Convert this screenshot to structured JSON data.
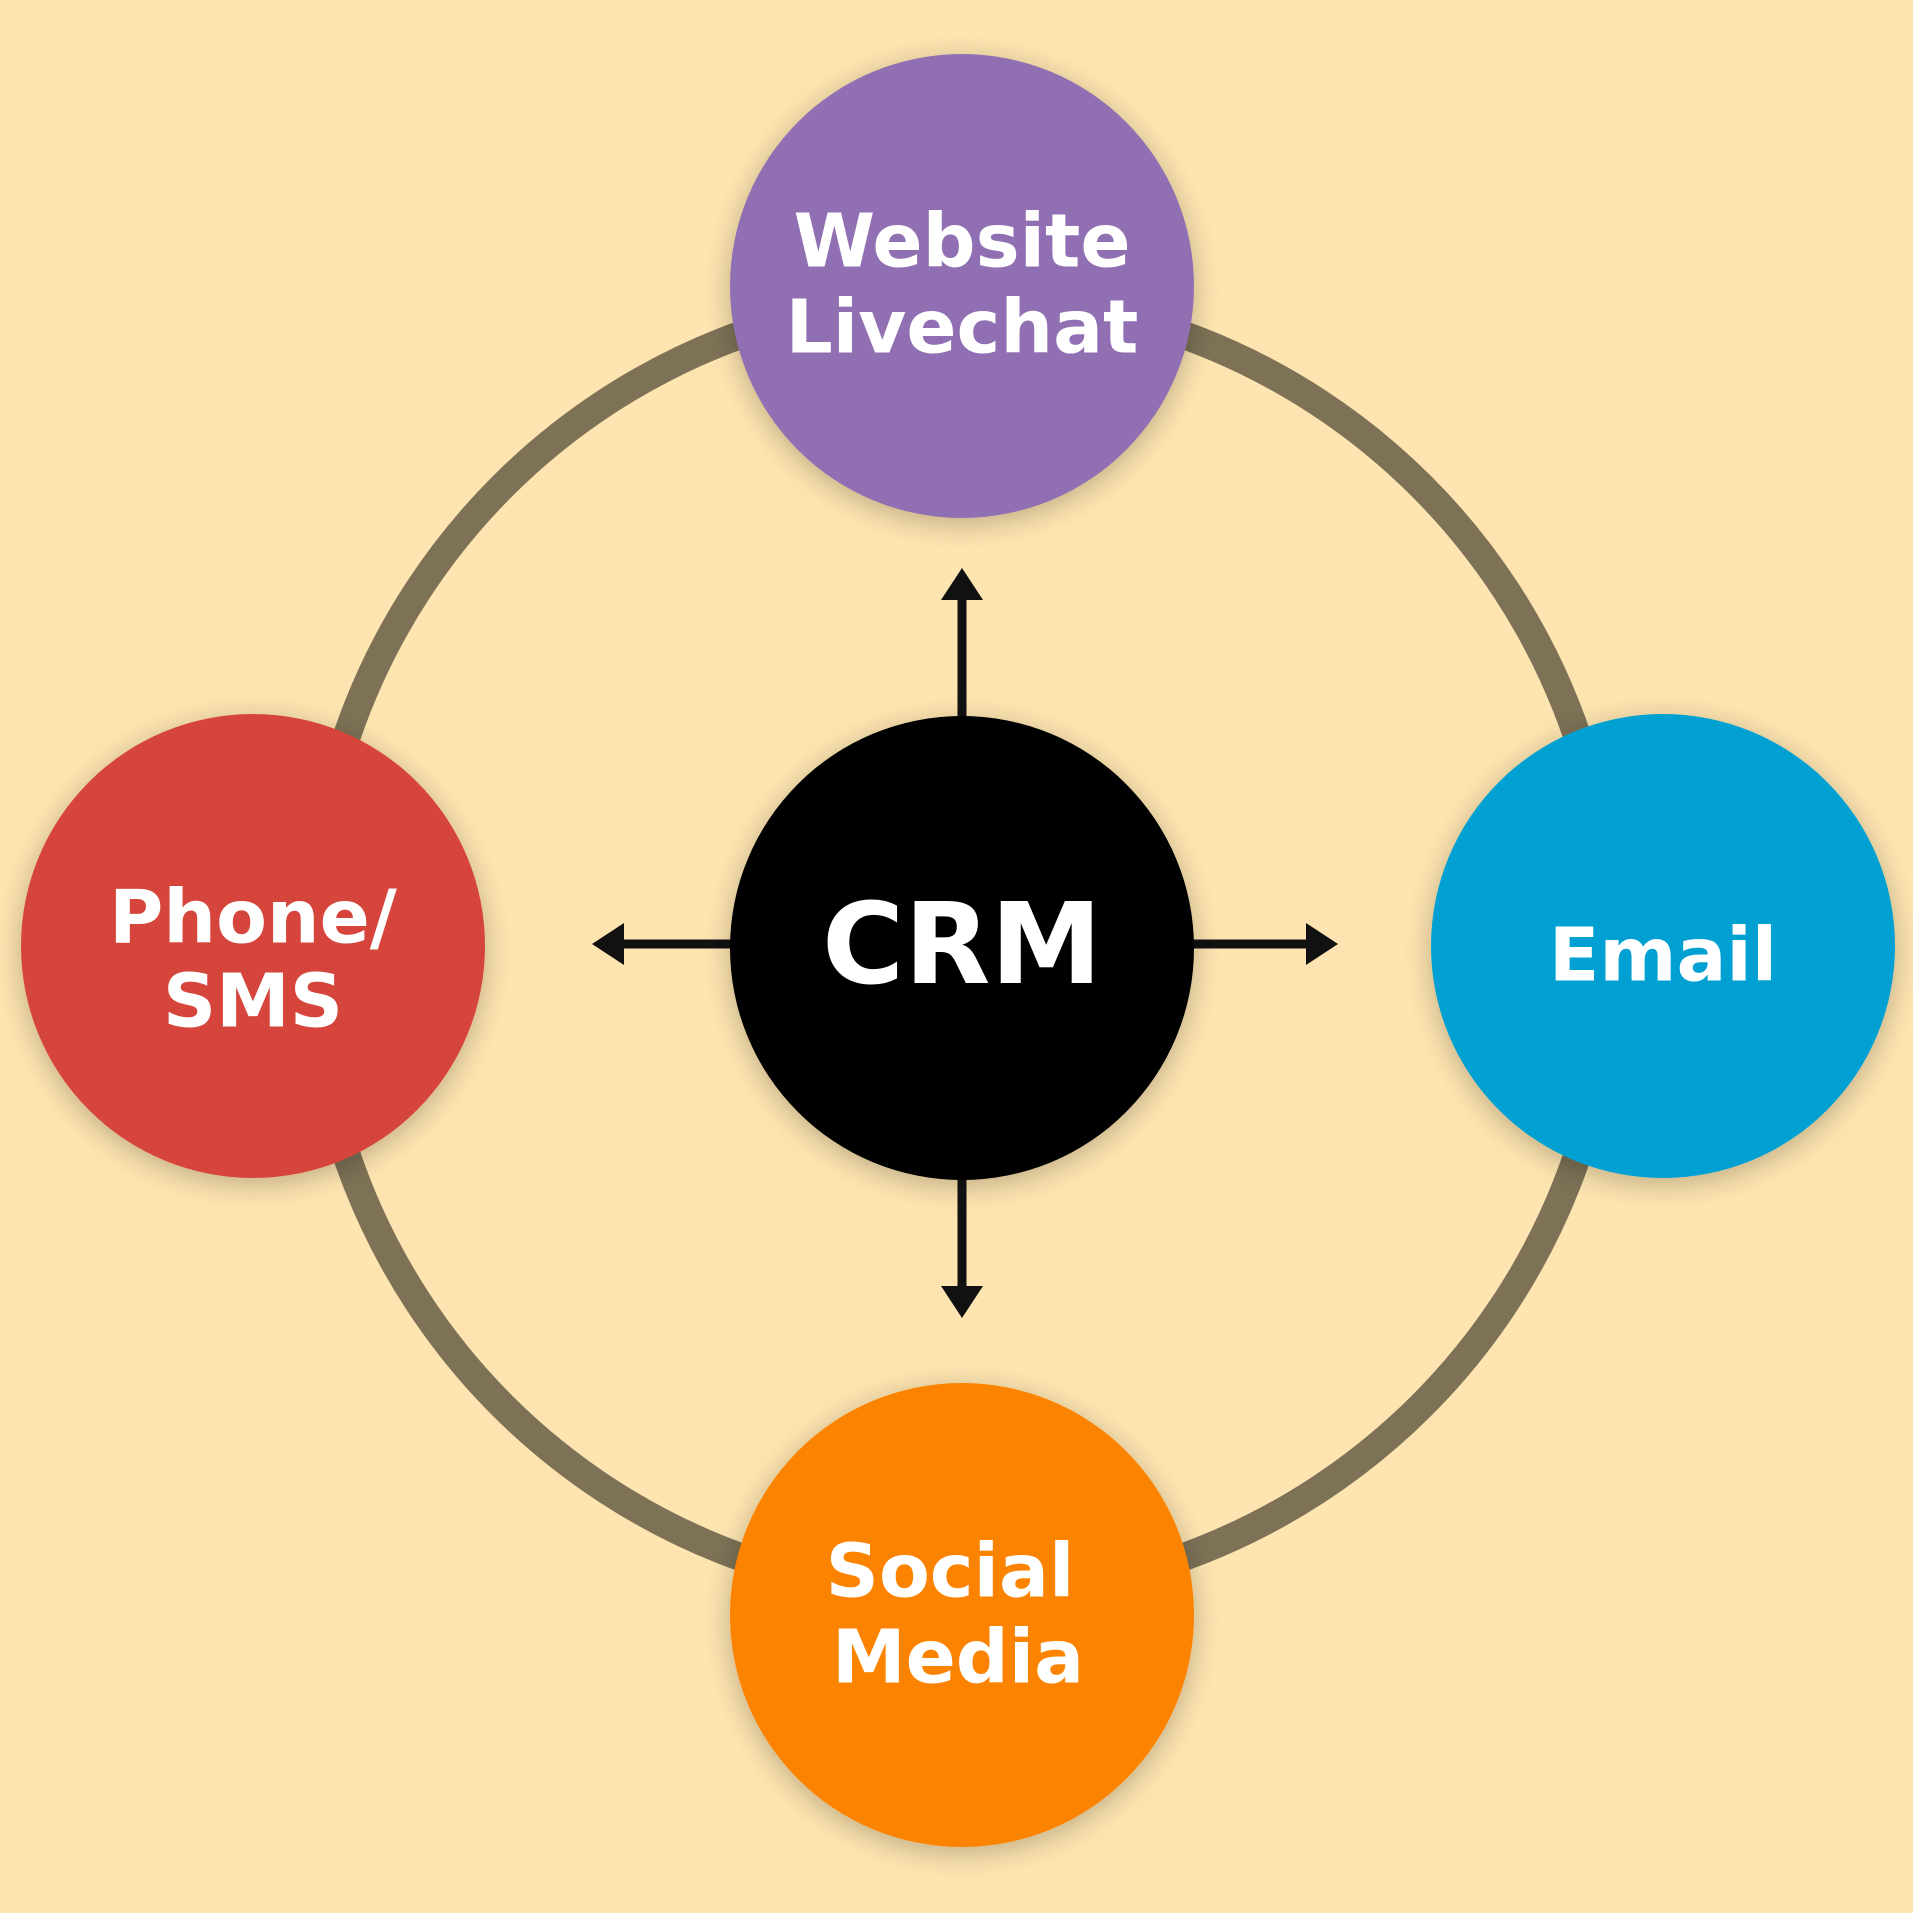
{
  "colors": {
    "background": "#fde4b0",
    "ring": "#7d7256",
    "arrow": "#111111",
    "center": "#000000",
    "website_livechat": "#906fb2",
    "email": "#03a0d2",
    "social_media": "#fb8300",
    "phone_sms": "#d6453a",
    "text": "#ffffff"
  },
  "center": {
    "label": "CRM"
  },
  "nodes": {
    "top": {
      "line1": "Website",
      "line2": "Livechat"
    },
    "right": {
      "line1": "Email"
    },
    "bottom": {
      "line1": "Social",
      "line2": "Media"
    },
    "left": {
      "line1": "Phone/",
      "line2": "SMS"
    }
  }
}
